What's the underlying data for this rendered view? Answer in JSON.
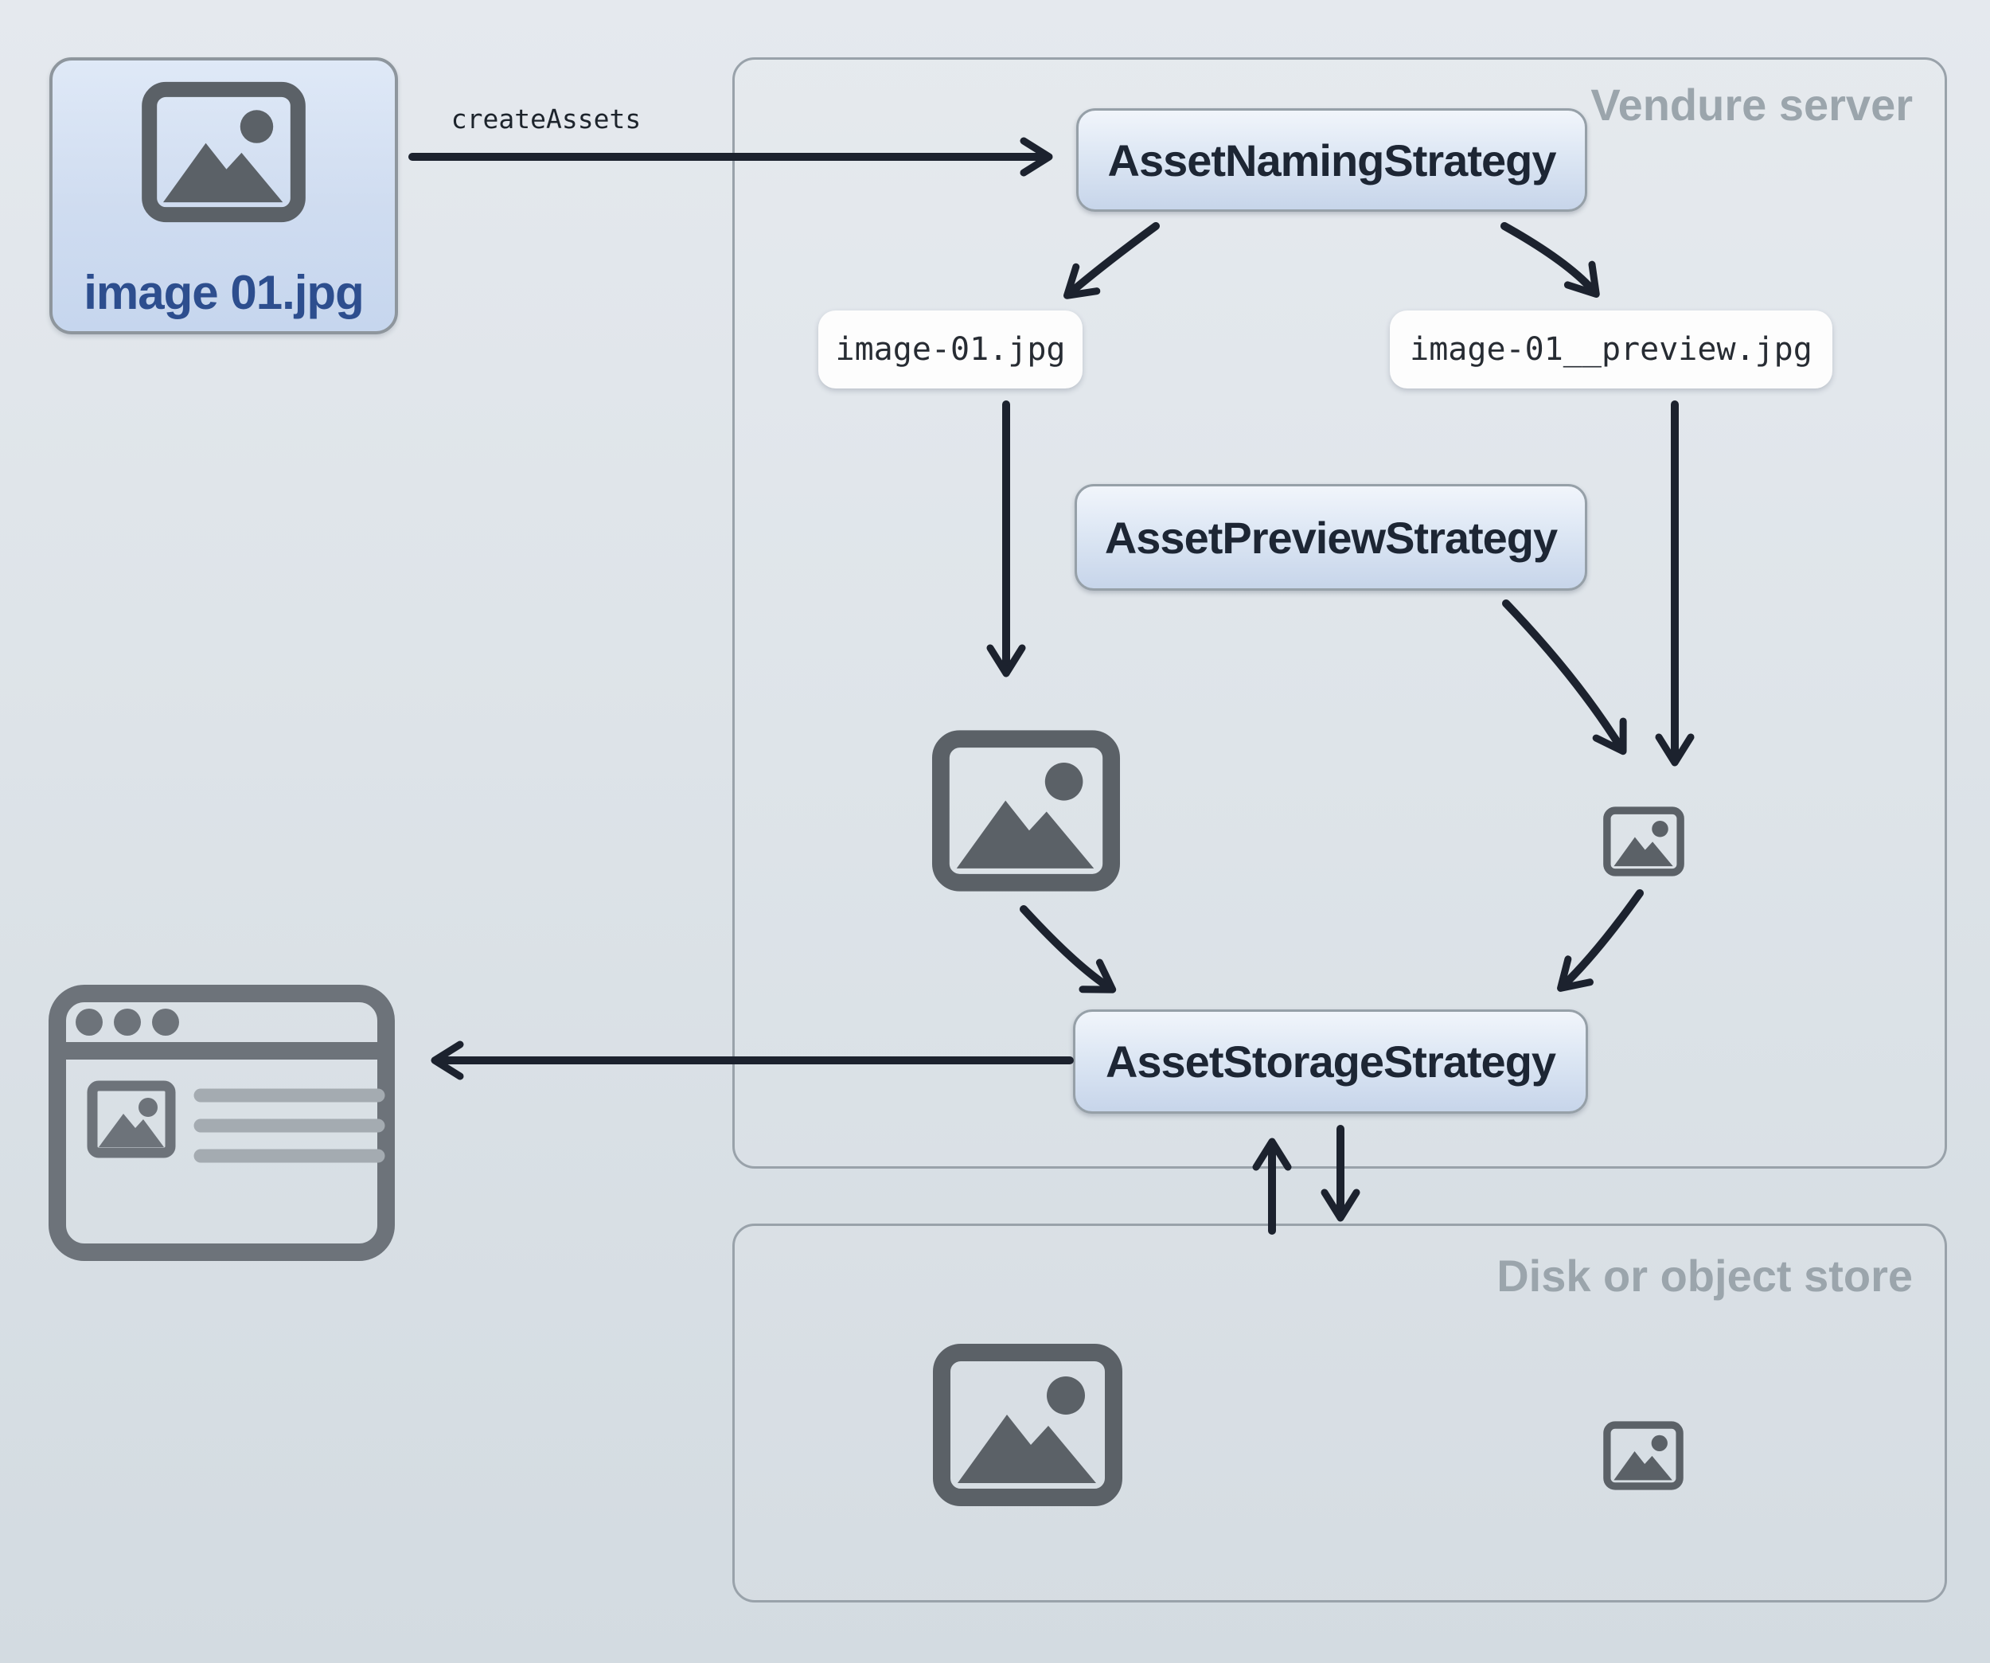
{
  "diagram": {
    "source_file": {
      "label": "image 01.jpg"
    },
    "flow_label": "createAssets",
    "vendure_server": {
      "title": "Vendure server",
      "naming_strategy": "AssetNamingStrategy",
      "original_filename": "image-01.jpg",
      "preview_filename": "image-01__preview.jpg",
      "preview_strategy": "AssetPreviewStrategy",
      "storage_strategy": "AssetStorageStrategy"
    },
    "store": {
      "title": "Disk or object store"
    },
    "icons": {
      "source": "image-icon",
      "stored_original": "image-icon",
      "stored_preview": "image-icon-small",
      "client": "browser-window-icon"
    },
    "colors": {
      "arrow": "#1c222e",
      "node_text": "#1d2634",
      "accent_blue": "#2d4e8e",
      "icon_gray": "#5b6167",
      "browser_gray": "#6d737a",
      "container_border": "#99a2aa",
      "container_label": "#9ba5ac",
      "pill_bg": "#fdfdfd",
      "node_gradient_top": "#f1f5fb",
      "node_gradient_bottom": "#c7d5ea"
    }
  }
}
